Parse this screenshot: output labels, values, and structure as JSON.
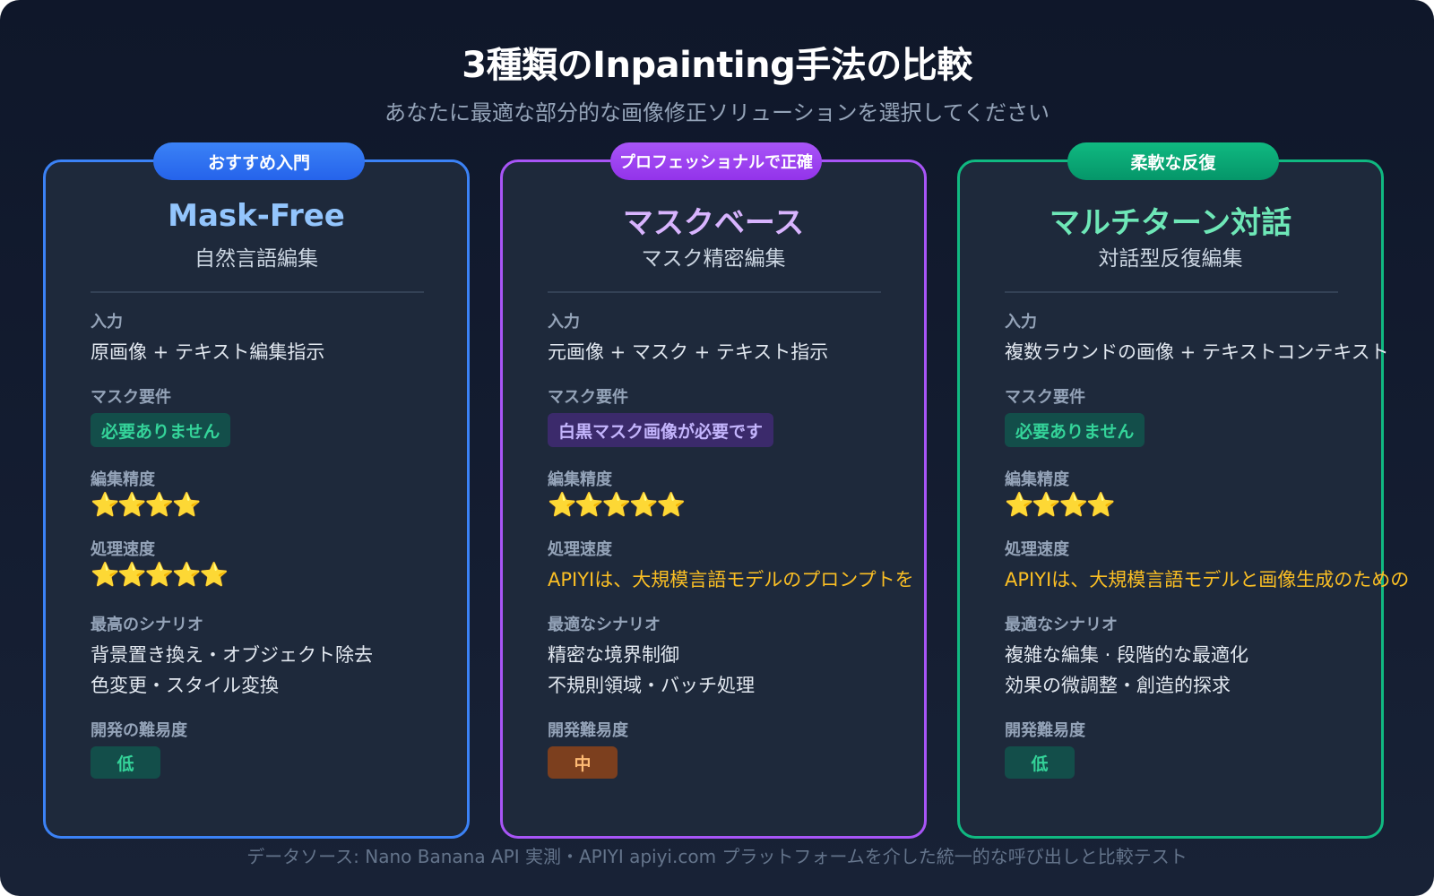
{
  "header": {
    "title": "3種類のInpainting手法の比較",
    "subtitle": "あなたに最適な部分的な画像修正ソリューションを選択してください"
  },
  "cards": [
    {
      "badge": "おすすめ入門",
      "title": "Mask-Free",
      "subtitle": "自然言語編集",
      "input_label": "入力",
      "input_value": "原画像 + テキスト編集指示",
      "mask_label": "マスク要件",
      "mask_value": "必要ありません",
      "precision_label": "編集精度",
      "precision_stars": "⭐⭐⭐⭐",
      "precision_rating": 4,
      "speed_label": "処理速度",
      "speed_value": "⭐⭐⭐⭐⭐",
      "speed_rating": 5,
      "scenario_label": "最高のシナリオ",
      "scenario_line1": "背景置き換え・オブジェクト除去",
      "scenario_line2": "色変更・スタイル変換",
      "difficulty_label": "開発の難易度",
      "difficulty_value": "低"
    },
    {
      "badge": "プロフェッショナルで正確",
      "title": "マスクベース",
      "subtitle": "マスク精密編集",
      "input_label": "入力",
      "input_value": "元画像 + マスク + テキスト指示",
      "mask_label": "マスク要件",
      "mask_value": "白黒マスク画像が必要です",
      "precision_label": "編集精度",
      "precision_stars": "⭐⭐⭐⭐⭐",
      "precision_rating": 5,
      "speed_label": "処理速度",
      "speed_value": "APIYIは、大規模言語モデルのプロンプトを",
      "scenario_label": "最適なシナリオ",
      "scenario_line1": "精密な境界制御",
      "scenario_line2": "不規則領域・バッチ処理",
      "difficulty_label": "開発難易度",
      "difficulty_value": "中"
    },
    {
      "badge": "柔軟な反復",
      "title": "マルチターン対話",
      "subtitle": "対話型反復編集",
      "input_label": "入力",
      "input_value": "複数ラウンドの画像 + テキストコンテキスト",
      "mask_label": "マスク要件",
      "mask_value": "必要ありません",
      "precision_label": "編集精度",
      "precision_stars": "⭐⭐⭐⭐",
      "precision_rating": 4,
      "speed_label": "処理速度",
      "speed_value": "APIYIは、大規模言語モデルと画像生成のための",
      "scenario_label": "最適なシナリオ",
      "scenario_line1": "複雑な編集 · 段階的な最適化",
      "scenario_line2": "効果の微調整・創造的探求",
      "difficulty_label": "開発難易度",
      "difficulty_value": "低"
    }
  ],
  "footer": "データソース: Nano Banana API 実測・APIYI apiyi.com プラットフォームを介した統一的な呼び出しと比較テスト",
  "colors": {
    "background": "#0f172a",
    "card": "#1e293b",
    "blue": "#3b82f6",
    "purple": "#a855f7",
    "green": "#10b981",
    "warning_text": "#fbbf24"
  }
}
